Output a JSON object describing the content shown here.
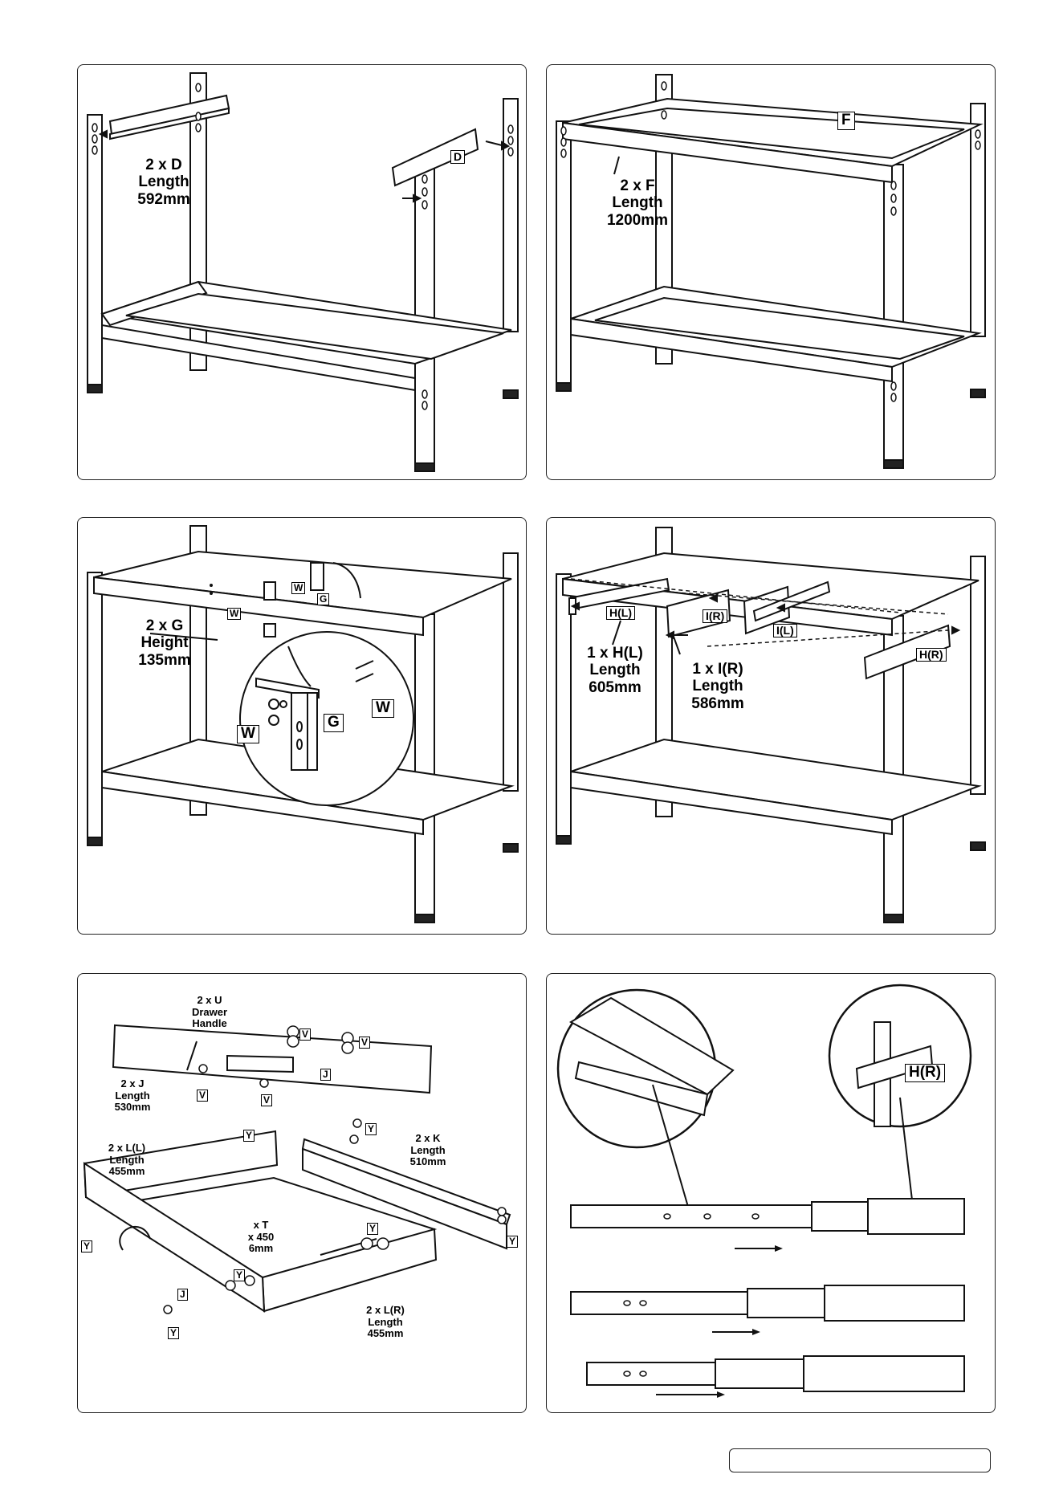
{
  "panel1": {
    "label_d": "2 x D\nLength\n592mm",
    "tag_d": "D"
  },
  "panel2": {
    "label_f": "2 x F\nLength\n1200mm",
    "tag_f": "F"
  },
  "panel3": {
    "label_g": "2 x G\nHeight\n135mm",
    "tag_w": "W",
    "tag_g": "G"
  },
  "panel4": {
    "label_hl": "1 x H(L)\nLength\n605mm",
    "label_ir": "1 x I(R)\nLength\n586mm",
    "tag_hl": "H(L)",
    "tag_ir": "I(R)",
    "tag_il": "I(L)",
    "tag_hr": "H(R)"
  },
  "panel5": {
    "label_u": "2 x U\nDrawer\nHandle",
    "label_j": "2 x J\nLength\n530mm",
    "label_ll": "2 x L(L)\nLength\n455mm",
    "label_k": "2 x K\nLength\n510mm",
    "label_t": "x T\nx 450\n6mm",
    "label_lr": "2 x L(R)\nLength\n455mm",
    "tag_v": "V",
    "tag_j": "J",
    "tag_y": "Y"
  },
  "panel6": {
    "tag_hr": "H(R)"
  }
}
